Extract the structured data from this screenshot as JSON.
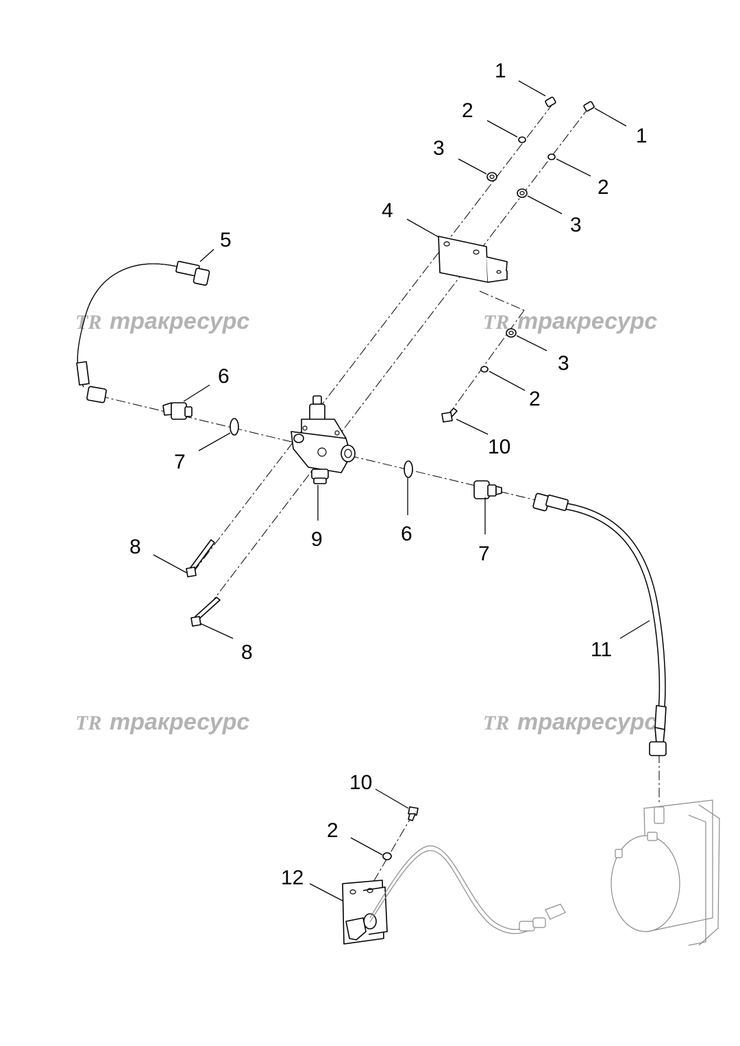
{
  "watermark": {
    "logo": "TR",
    "text": "тракресурс"
  },
  "callouts": {
    "c1a": "1",
    "c1b": "1",
    "c2a": "2",
    "c2b": "2",
    "c2c": "2",
    "c2d": "2",
    "c3a": "3",
    "c3b": "3",
    "c3c": "3",
    "c4": "4",
    "c5": "5",
    "c6a": "6",
    "c6b": "6",
    "c7a": "7",
    "c7b": "7",
    "c8a": "8",
    "c8b": "8",
    "c9": "9",
    "c10a": "10",
    "c10b": "10",
    "c11": "11",
    "c12": "12"
  }
}
